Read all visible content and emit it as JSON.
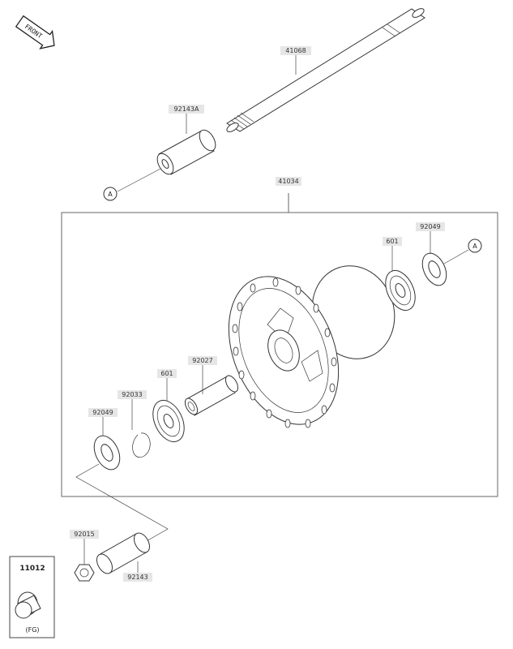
{
  "front_badge": "FRONT",
  "labels": {
    "p41068": "41068",
    "p92143a": "92143A",
    "p41034": "41034",
    "p601_right": "601",
    "p92049_right": "92049",
    "p92027": "92027",
    "p601_left": "601",
    "p92033": "92033",
    "p92049_left": "92049",
    "p92015": "92015",
    "p92143": "92143",
    "p11012": "11012",
    "fg": "(FG)",
    "ref_a_left": "A",
    "ref_a_right": "A"
  }
}
